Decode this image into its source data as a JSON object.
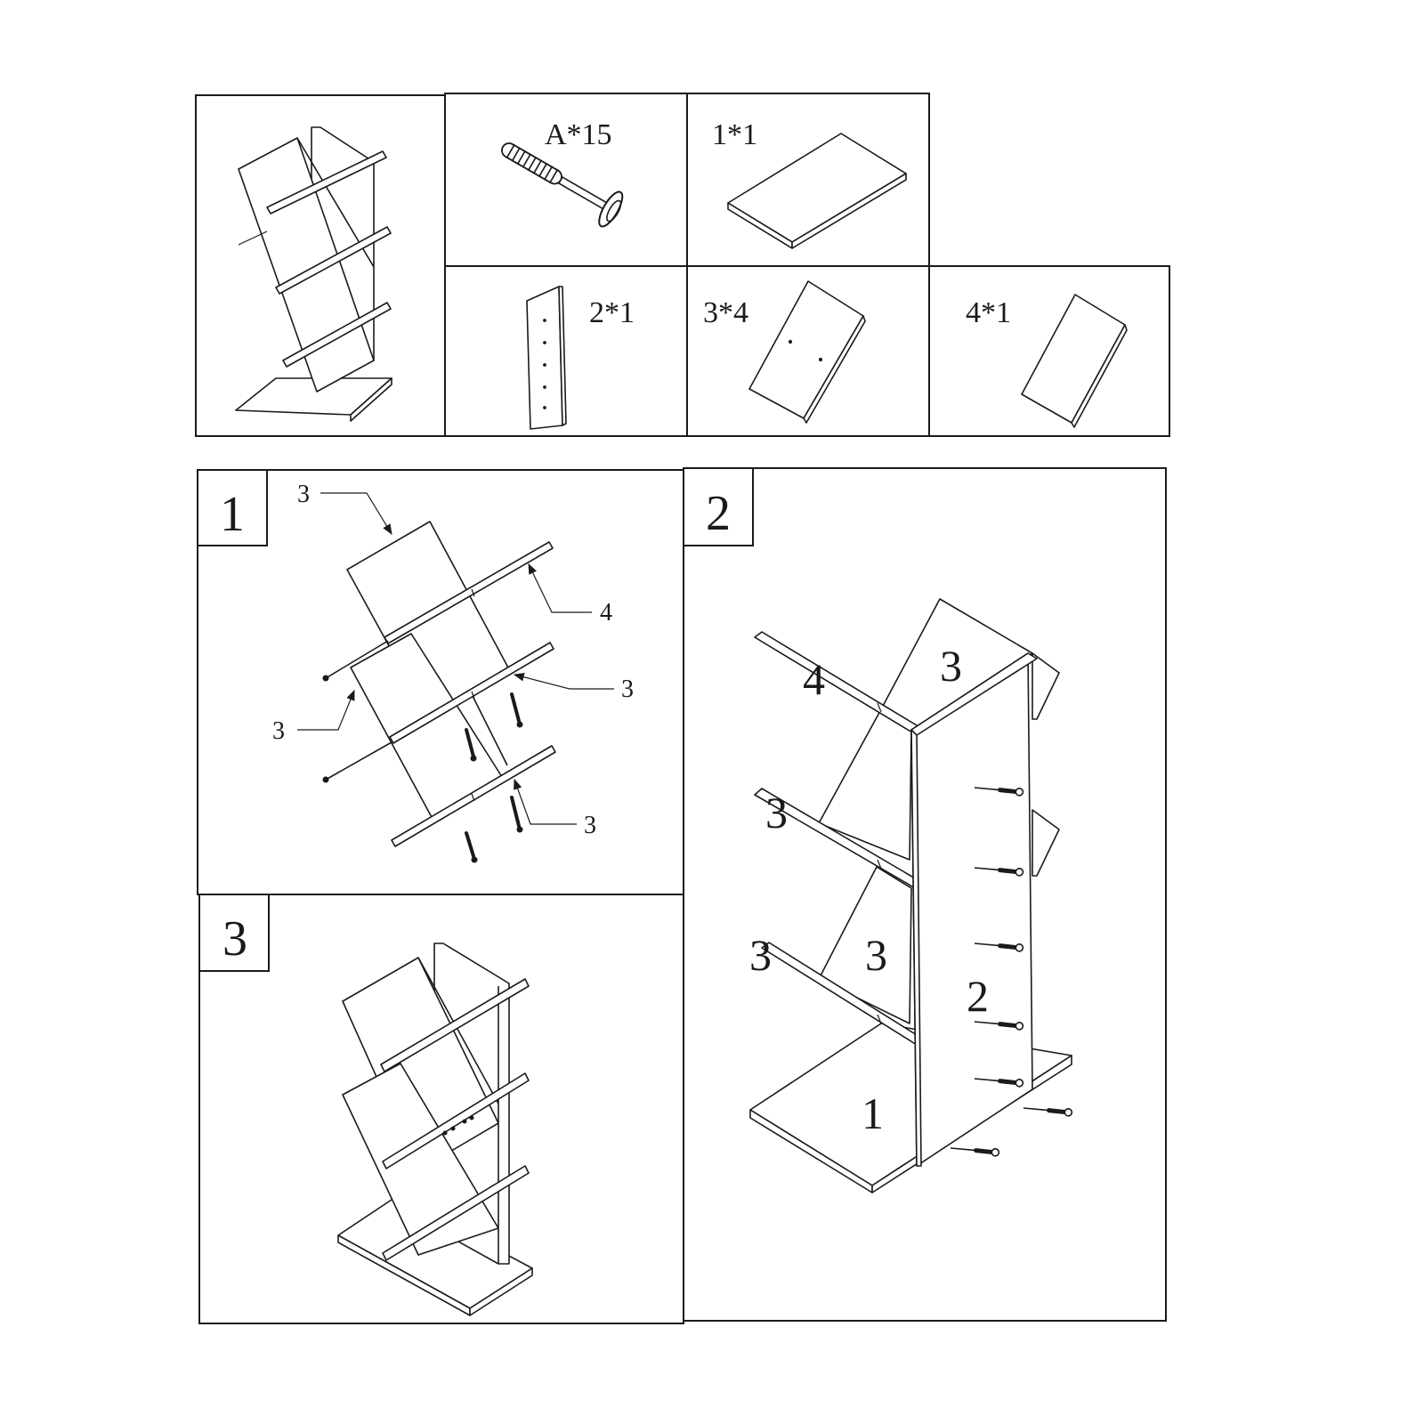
{
  "parts_list": {
    "hardware": {
      "label": "A*15",
      "icon": "screw-icon"
    },
    "items": [
      {
        "label": "1*1",
        "icon": "base-board-icon"
      },
      {
        "label": "2*1",
        "icon": "side-panel-icon"
      },
      {
        "label": "3*4",
        "icon": "shelf-board-icon"
      },
      {
        "label": "4*1",
        "icon": "top-shelf-icon"
      }
    ]
  },
  "steps": [
    {
      "number": "1",
      "callouts": [
        "3",
        "4",
        "3",
        "3",
        "3"
      ]
    },
    {
      "number": "2",
      "part_labels": [
        "4",
        "3",
        "3",
        "3",
        "3",
        "2",
        "1"
      ]
    },
    {
      "number": "3"
    }
  ]
}
